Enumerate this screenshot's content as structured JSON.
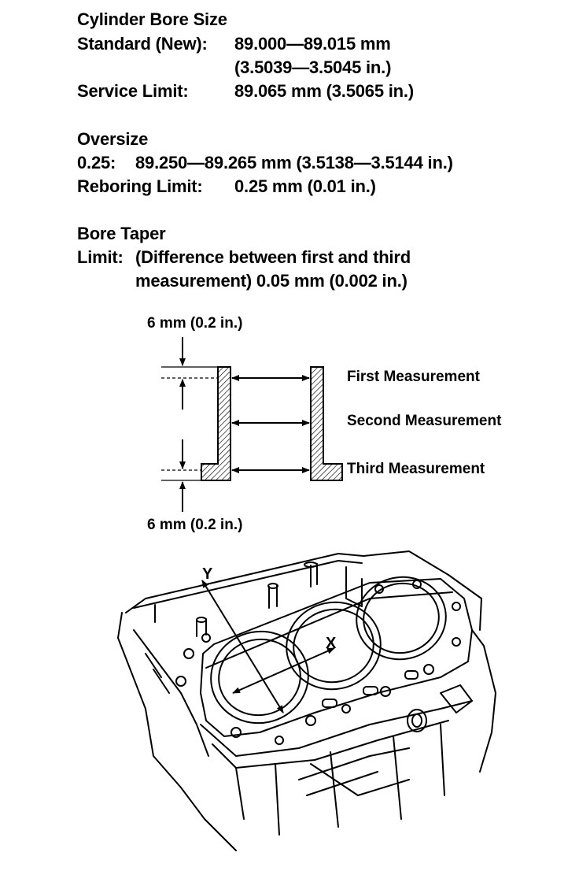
{
  "spec": {
    "bore_size": {
      "heading": "Cylinder Bore Size",
      "standard_label": "Standard (New):",
      "standard_mm": "89.000—89.015 mm",
      "standard_in": "(3.5039—3.5045 in.)",
      "service_label": "Service Limit:",
      "service_value": "89.065 mm (3.5065 in.)"
    },
    "oversize": {
      "heading": "Oversize",
      "size_label": "0.25:",
      "size_value": "89.250—89.265 mm (3.5138—3.5144 in.)",
      "rebore_label": "Reboring Limit:",
      "rebore_value": "0.25 mm (0.01 in.)"
    },
    "taper": {
      "heading": "Bore Taper",
      "limit_label": "Limit:",
      "limit_line1": "(Difference between first and third",
      "limit_line2": "measurement) 0.05 mm (0.002 in.)"
    }
  },
  "diagram": {
    "top_offset": "6 mm (0.2 in.)",
    "bottom_offset": "6 mm (0.2 in.)",
    "first": "First Measurement",
    "second": "Second Measurement",
    "third": "Third Measurement"
  },
  "engine": {
    "axis_x": "X",
    "axis_y": "Y"
  }
}
